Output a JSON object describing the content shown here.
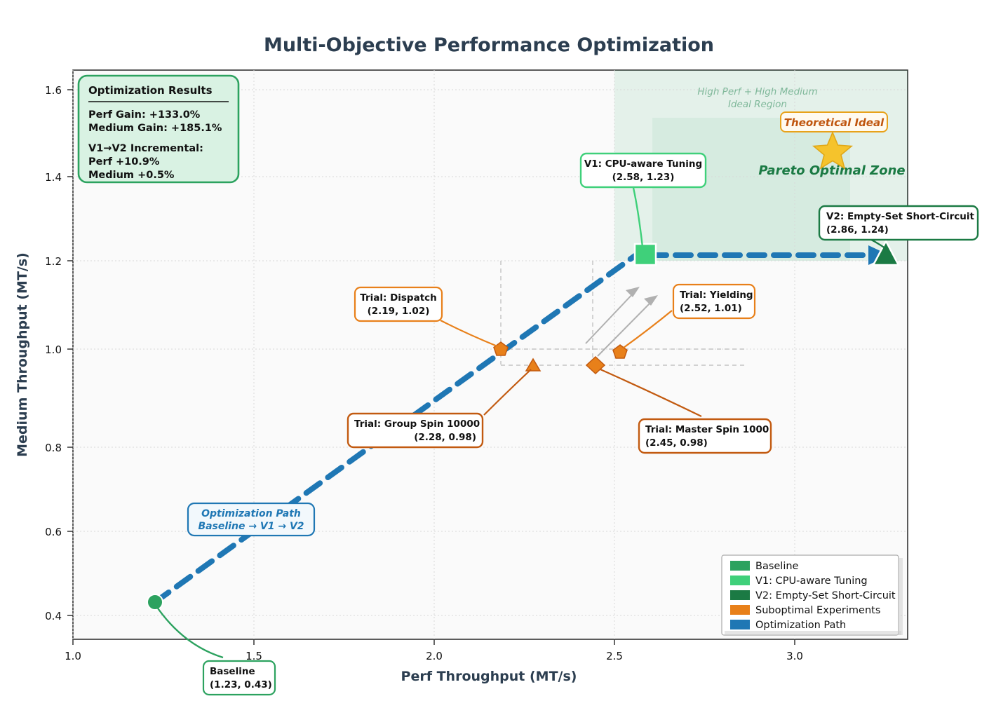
{
  "chart_data": {
    "type": "scatter",
    "title": "Multi-Objective Performance Optimization",
    "xlabel": "Perf Throughput (MT/s)",
    "ylabel": "Medium Throughput (MT/s)",
    "xlim": [
      1.0,
      3.25
    ],
    "ylim": [
      0.33,
      1.68
    ],
    "xticks": [
      "1.0",
      "1.5",
      "2.0",
      "2.5",
      "3.0"
    ],
    "xtick_values": [
      1.0,
      1.5,
      2.0,
      2.5,
      3.0
    ],
    "yticks": [
      "0.4",
      "0.6",
      "0.8",
      "1.0",
      "1.2",
      "1.4",
      "1.6"
    ],
    "ytick_values": [
      0.4,
      0.6,
      0.8,
      1.0,
      1.2,
      1.4,
      1.6
    ],
    "grid": true,
    "legend_position": "lower right",
    "series": [
      {
        "name": "Baseline",
        "marker": "circle",
        "color": "#2ca25f",
        "points": [
          {
            "x": 1.23,
            "y": 0.43,
            "label": "Baseline"
          }
        ]
      },
      {
        "name": "V1: CPU-aware Tuning",
        "marker": "square",
        "color": "#3fd07a",
        "points": [
          {
            "x": 2.58,
            "y": 1.23,
            "label": "V1: CPU-aware Tuning"
          }
        ]
      },
      {
        "name": "V2: Empty-Set Short-Circuit",
        "marker": "triangle",
        "color": "#1b7a44",
        "points": [
          {
            "x": 2.86,
            "y": 1.24,
            "label": "V2: Empty-Set Short-Circuit"
          }
        ]
      },
      {
        "name": "Suboptimal Experiments",
        "marker": "mixed",
        "color": "#e8801a",
        "points": [
          {
            "x": 2.19,
            "y": 1.02,
            "label": "Trial: Dispatch",
            "marker": "pentagon"
          },
          {
            "x": 2.52,
            "y": 1.01,
            "label": "Trial: Yielding",
            "marker": "pentagon"
          },
          {
            "x": 2.28,
            "y": 0.98,
            "label": "Trial: Group Spin 10000",
            "marker": "triangle"
          },
          {
            "x": 2.45,
            "y": 0.98,
            "label": "Trial: Master Spin 1000",
            "marker": "diamond"
          }
        ]
      },
      {
        "name": "Optimization Path",
        "marker": "dashed-line",
        "color": "#1f77b4",
        "points": [
          {
            "x": 1.23,
            "y": 0.43
          },
          {
            "x": 2.58,
            "y": 1.23
          },
          {
            "x": 2.86,
            "y": 1.24
          }
        ]
      }
    ],
    "ideal_point": {
      "x": 3.09,
      "y": 1.47,
      "marker": "star",
      "color": "#f5c32c"
    },
    "pareto_region": {
      "x_min": 2.5,
      "y_min": 1.2,
      "x_max": 3.25,
      "y_max": 1.68
    }
  },
  "title": {
    "text": "Multi-Objective Performance Optimization"
  },
  "axes": {
    "x_label": "Perf Throughput (MT/s)",
    "y_label": "Medium Throughput (MT/s)",
    "x_ticks": [
      "1.0",
      "1.5",
      "2.0",
      "2.5",
      "3.0"
    ],
    "y_ticks": [
      "0.4",
      "0.6",
      "0.8",
      "1.0",
      "1.2",
      "1.4",
      "1.6"
    ]
  },
  "results_box": {
    "title": "Optimization Results",
    "lines": [
      "Perf Gain: +133.0%",
      "Medium Gain: +185.1%",
      "",
      "V1→V2 Incremental:",
      "Perf +10.9%",
      "Medium +0.5%"
    ],
    "border_color": "#2ca25f",
    "fill_color": "#d9f2e3"
  },
  "legend": {
    "items": [
      {
        "label": "Baseline",
        "color": "#2ca25f"
      },
      {
        "label": "V1: CPU-aware Tuning",
        "color": "#3fd07a"
      },
      {
        "label": "V2: Empty-Set Short-Circuit",
        "color": "#1b7a44"
      },
      {
        "label": "Suboptimal Experiments",
        "color": "#e8801a"
      },
      {
        "label": "Optimization Path",
        "color": "#1f77b4"
      }
    ]
  },
  "annotations": {
    "baseline": {
      "line1": "Baseline",
      "line2": "(1.23, 0.43)",
      "color": "#2ca25f"
    },
    "v1": {
      "line1": "V1: CPU-aware Tuning",
      "line2": "(2.58, 1.23)",
      "color": "#3fd07a"
    },
    "v2": {
      "line1": "V2: Empty-Set Short-Circuit",
      "line2": "(2.86, 1.24)",
      "color": "#1b7a44"
    },
    "dispatch": {
      "line1": "Trial: Dispatch",
      "line2": "(2.19, 1.02)",
      "color": "#e8801a"
    },
    "yielding": {
      "line1": "Trial: Yielding",
      "line2": "(2.52, 1.01)",
      "color": "#e8801a"
    },
    "group_spin": {
      "line1": "Trial: Group Spin 10000",
      "line2": "(2.28, 0.98)",
      "color": "#c25a10"
    },
    "master_spin": {
      "line1": "Trial: Master Spin 1000",
      "line2": "(2.45, 0.98)",
      "color": "#c25a10"
    }
  },
  "region_labels": {
    "ideal_region_line1": "High Perf + High Medium",
    "ideal_region_line2": "Ideal Region",
    "pareto_zone": "Pareto Optimal Zone",
    "theoretical_ideal": "Theoretical Ideal"
  },
  "path_label": {
    "line1": "Optimization Path",
    "line2": "Baseline → V1 → V2",
    "color": "#1f77b4"
  }
}
